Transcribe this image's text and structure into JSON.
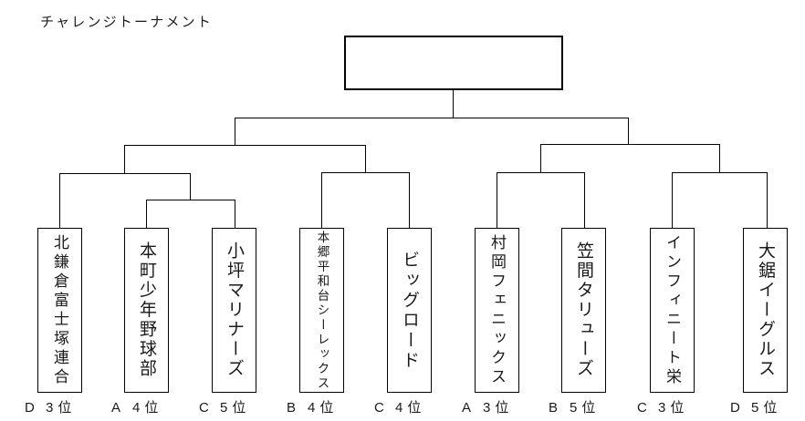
{
  "title": "チャレンジトーナメント",
  "colors": {
    "line": "#000000",
    "text": "#1a1a1a",
    "background": "#ffffff"
  },
  "tournament": {
    "champion_box_text": "",
    "teams": [
      {
        "name": "北鎌倉富士塚連合",
        "seed_block": "D",
        "seed_rank": "3位"
      },
      {
        "name": "本町少年野球部",
        "seed_block": "A",
        "seed_rank": "4位"
      },
      {
        "name": "小坪マリナーズ",
        "seed_block": "C",
        "seed_rank": "5位"
      },
      {
        "name": "本郷平和台シーレックス",
        "seed_block": "B",
        "seed_rank": "4位"
      },
      {
        "name": "ビッグロード",
        "seed_block": "C",
        "seed_rank": "4位"
      },
      {
        "name": "村岡フェニックス",
        "seed_block": "A",
        "seed_rank": "3位"
      },
      {
        "name": "笠間タリューズ",
        "seed_block": "B",
        "seed_rank": "5位"
      },
      {
        "name": "インフィニート栄",
        "seed_block": "C",
        "seed_rank": "3位"
      },
      {
        "name": "大鋸イーグルス",
        "seed_block": "D",
        "seed_rank": "5位"
      }
    ]
  }
}
